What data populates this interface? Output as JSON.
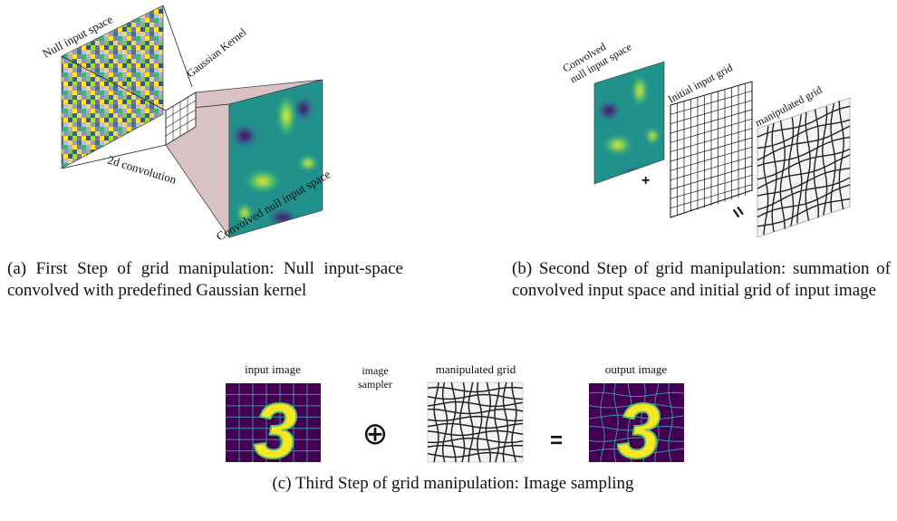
{
  "panel_a": {
    "null_input_space": "Null input space",
    "gaussian_kernel": "Gaussian Kernel",
    "convolution": "2d convolution",
    "convolved": "Convolved null input space",
    "caption": "(a) First Step of grid manipulation: Null input-space convolved with predefined Gaussian kernel"
  },
  "panel_b": {
    "convolved_line1": "Convolved",
    "convolved_line2": "null input space",
    "initial_grid": "Initial input grid",
    "manipulated_grid": "manipulated grid",
    "plus": "+",
    "equals": "=",
    "caption": "(b) Second Step of grid manipulation: summation of convolved input space and initial grid of input image"
  },
  "panel_c": {
    "input_image": "input image",
    "sampler_line1": "image",
    "sampler_line2": "sampler",
    "oplus": "⊕",
    "manipulated_grid": "manipulated grid",
    "equals": "=",
    "output_image": "output image",
    "digit": "3",
    "caption": "(c) Third Step of grid manipulation: Image sampling"
  },
  "colors": {
    "viridis_dark": "#440154",
    "viridis_teal": "#21918c",
    "viridis_green": "#5ec962",
    "viridis_yellow": "#fde725",
    "grid_line": "#3a8fa8",
    "frustum": "#d8c2c3"
  }
}
